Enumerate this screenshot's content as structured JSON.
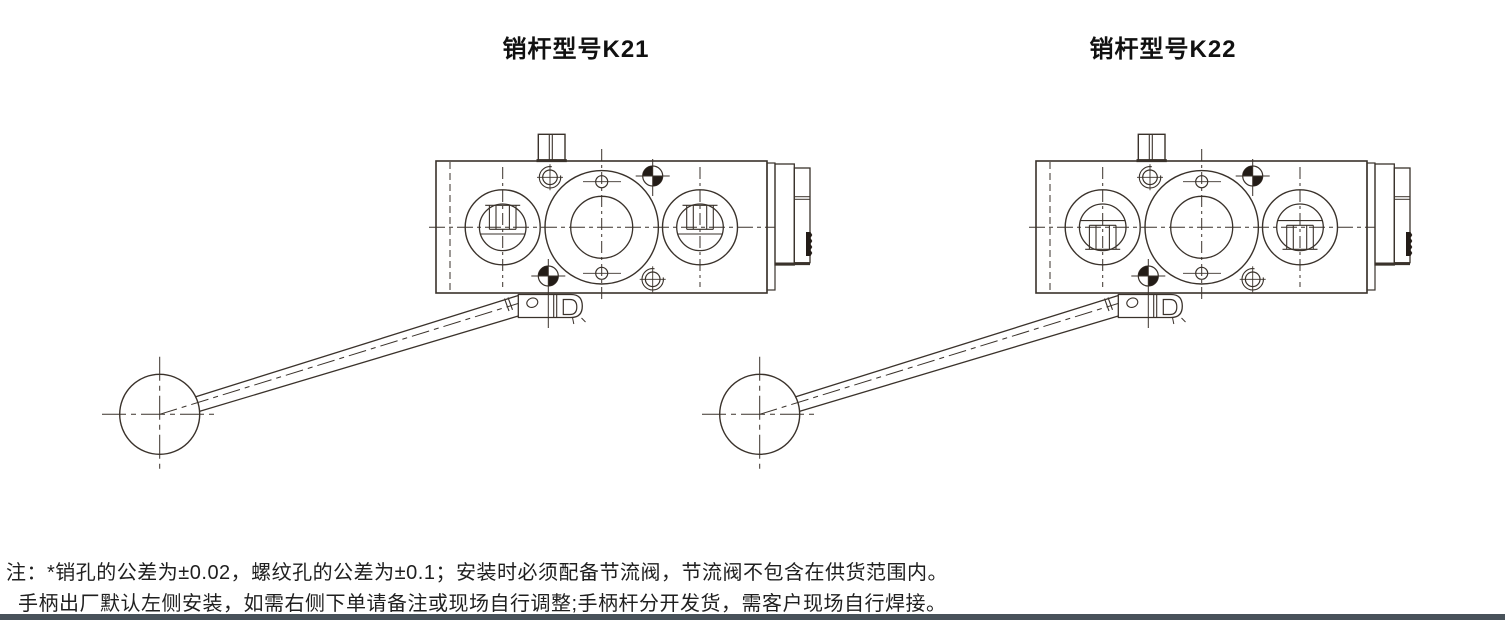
{
  "page": {
    "background": "#ffffff"
  },
  "figures": [
    {
      "title": "销杆型号K21",
      "variant": "slot-up"
    },
    {
      "title": "销杆型号K22",
      "variant": "slot-down"
    }
  ],
  "notes": {
    "line1": "注：*销孔的公差为±0.02，螺纹孔的公差为±0.1；安装时必须配备节流阀，节流阀不包含在供货范围内。",
    "line2": "手柄出厂默认左侧安装，如需右侧下单请备注或现场自行调整;手柄杆分开发货，需客户现场自行焊接。"
  },
  "colors": {
    "line": "#3a322b",
    "fill": "#231c17",
    "bar": "#48525a",
    "text": "#1f1f1f",
    "title": "#111111"
  }
}
